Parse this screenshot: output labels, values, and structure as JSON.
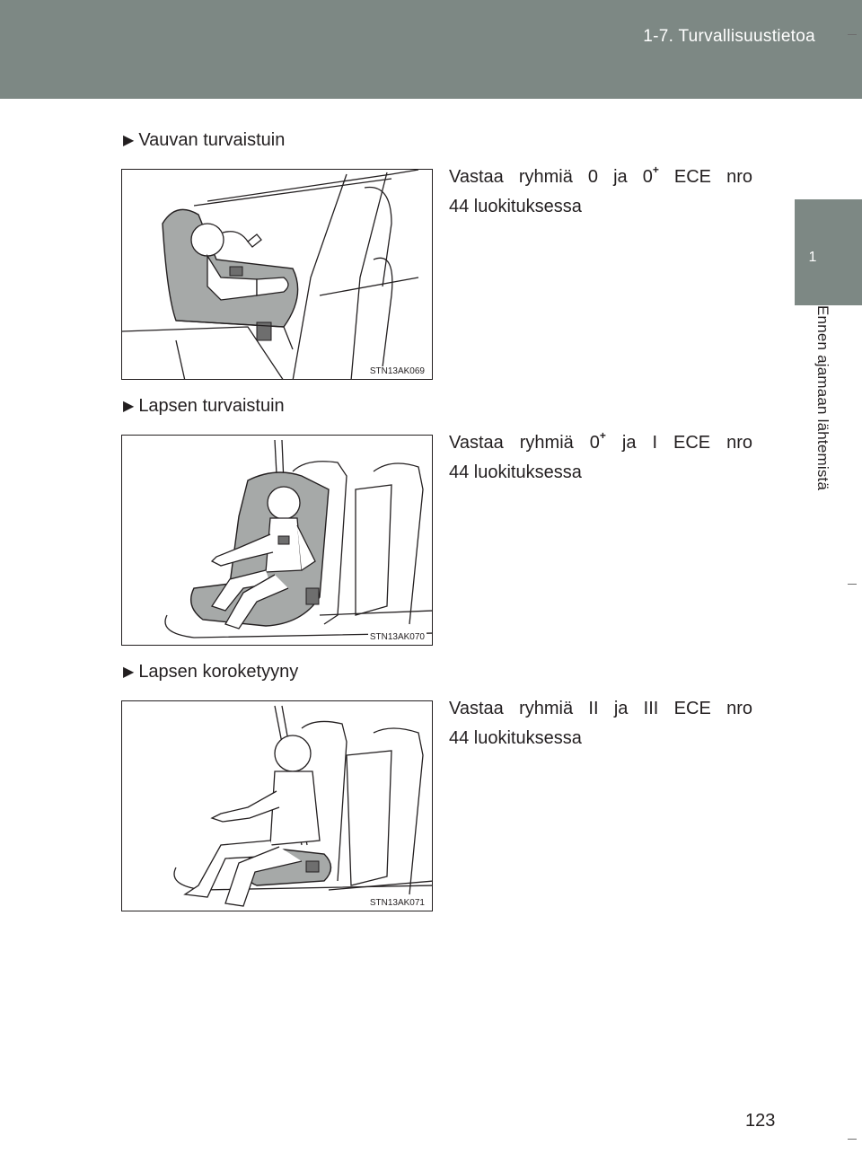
{
  "header": {
    "section_title": "1-7. Turvallisuustietoa"
  },
  "side_tab": {
    "chapter_number": "1",
    "chapter_title": "Ennen ajamaan lähtemistä"
  },
  "items": [
    {
      "title": "Vauvan turvaistuin",
      "desc_line1_pre": "Vastaa ryhmiä 0 ja 0",
      "desc_sup": "+",
      "desc_line1_post": " ECE nro",
      "desc_line2": "44 luokituksessa",
      "figure_code": "STN13AK069",
      "icon": "infant-seat-illustration"
    },
    {
      "title": "Lapsen turvaistuin",
      "desc_line1_pre": "Vastaa ryhmiä 0",
      "desc_sup": "+",
      "desc_line1_post": " ja I ECE nro",
      "desc_line2": "44 luokituksessa",
      "figure_code": "STN13AK070",
      "icon": "child-seat-illustration"
    },
    {
      "title": "Lapsen koroketyyny",
      "desc_line1_pre": "Vastaa ryhmiä II ja III ECE nro",
      "desc_sup": "",
      "desc_line1_post": "",
      "desc_line2": "44 luokituksessa",
      "figure_code": "STN13AK071",
      "icon": "booster-seat-illustration"
    }
  ],
  "footer": {
    "page_number": "123"
  },
  "colors": {
    "header_band": "#7d8884",
    "text": "#231f20"
  }
}
